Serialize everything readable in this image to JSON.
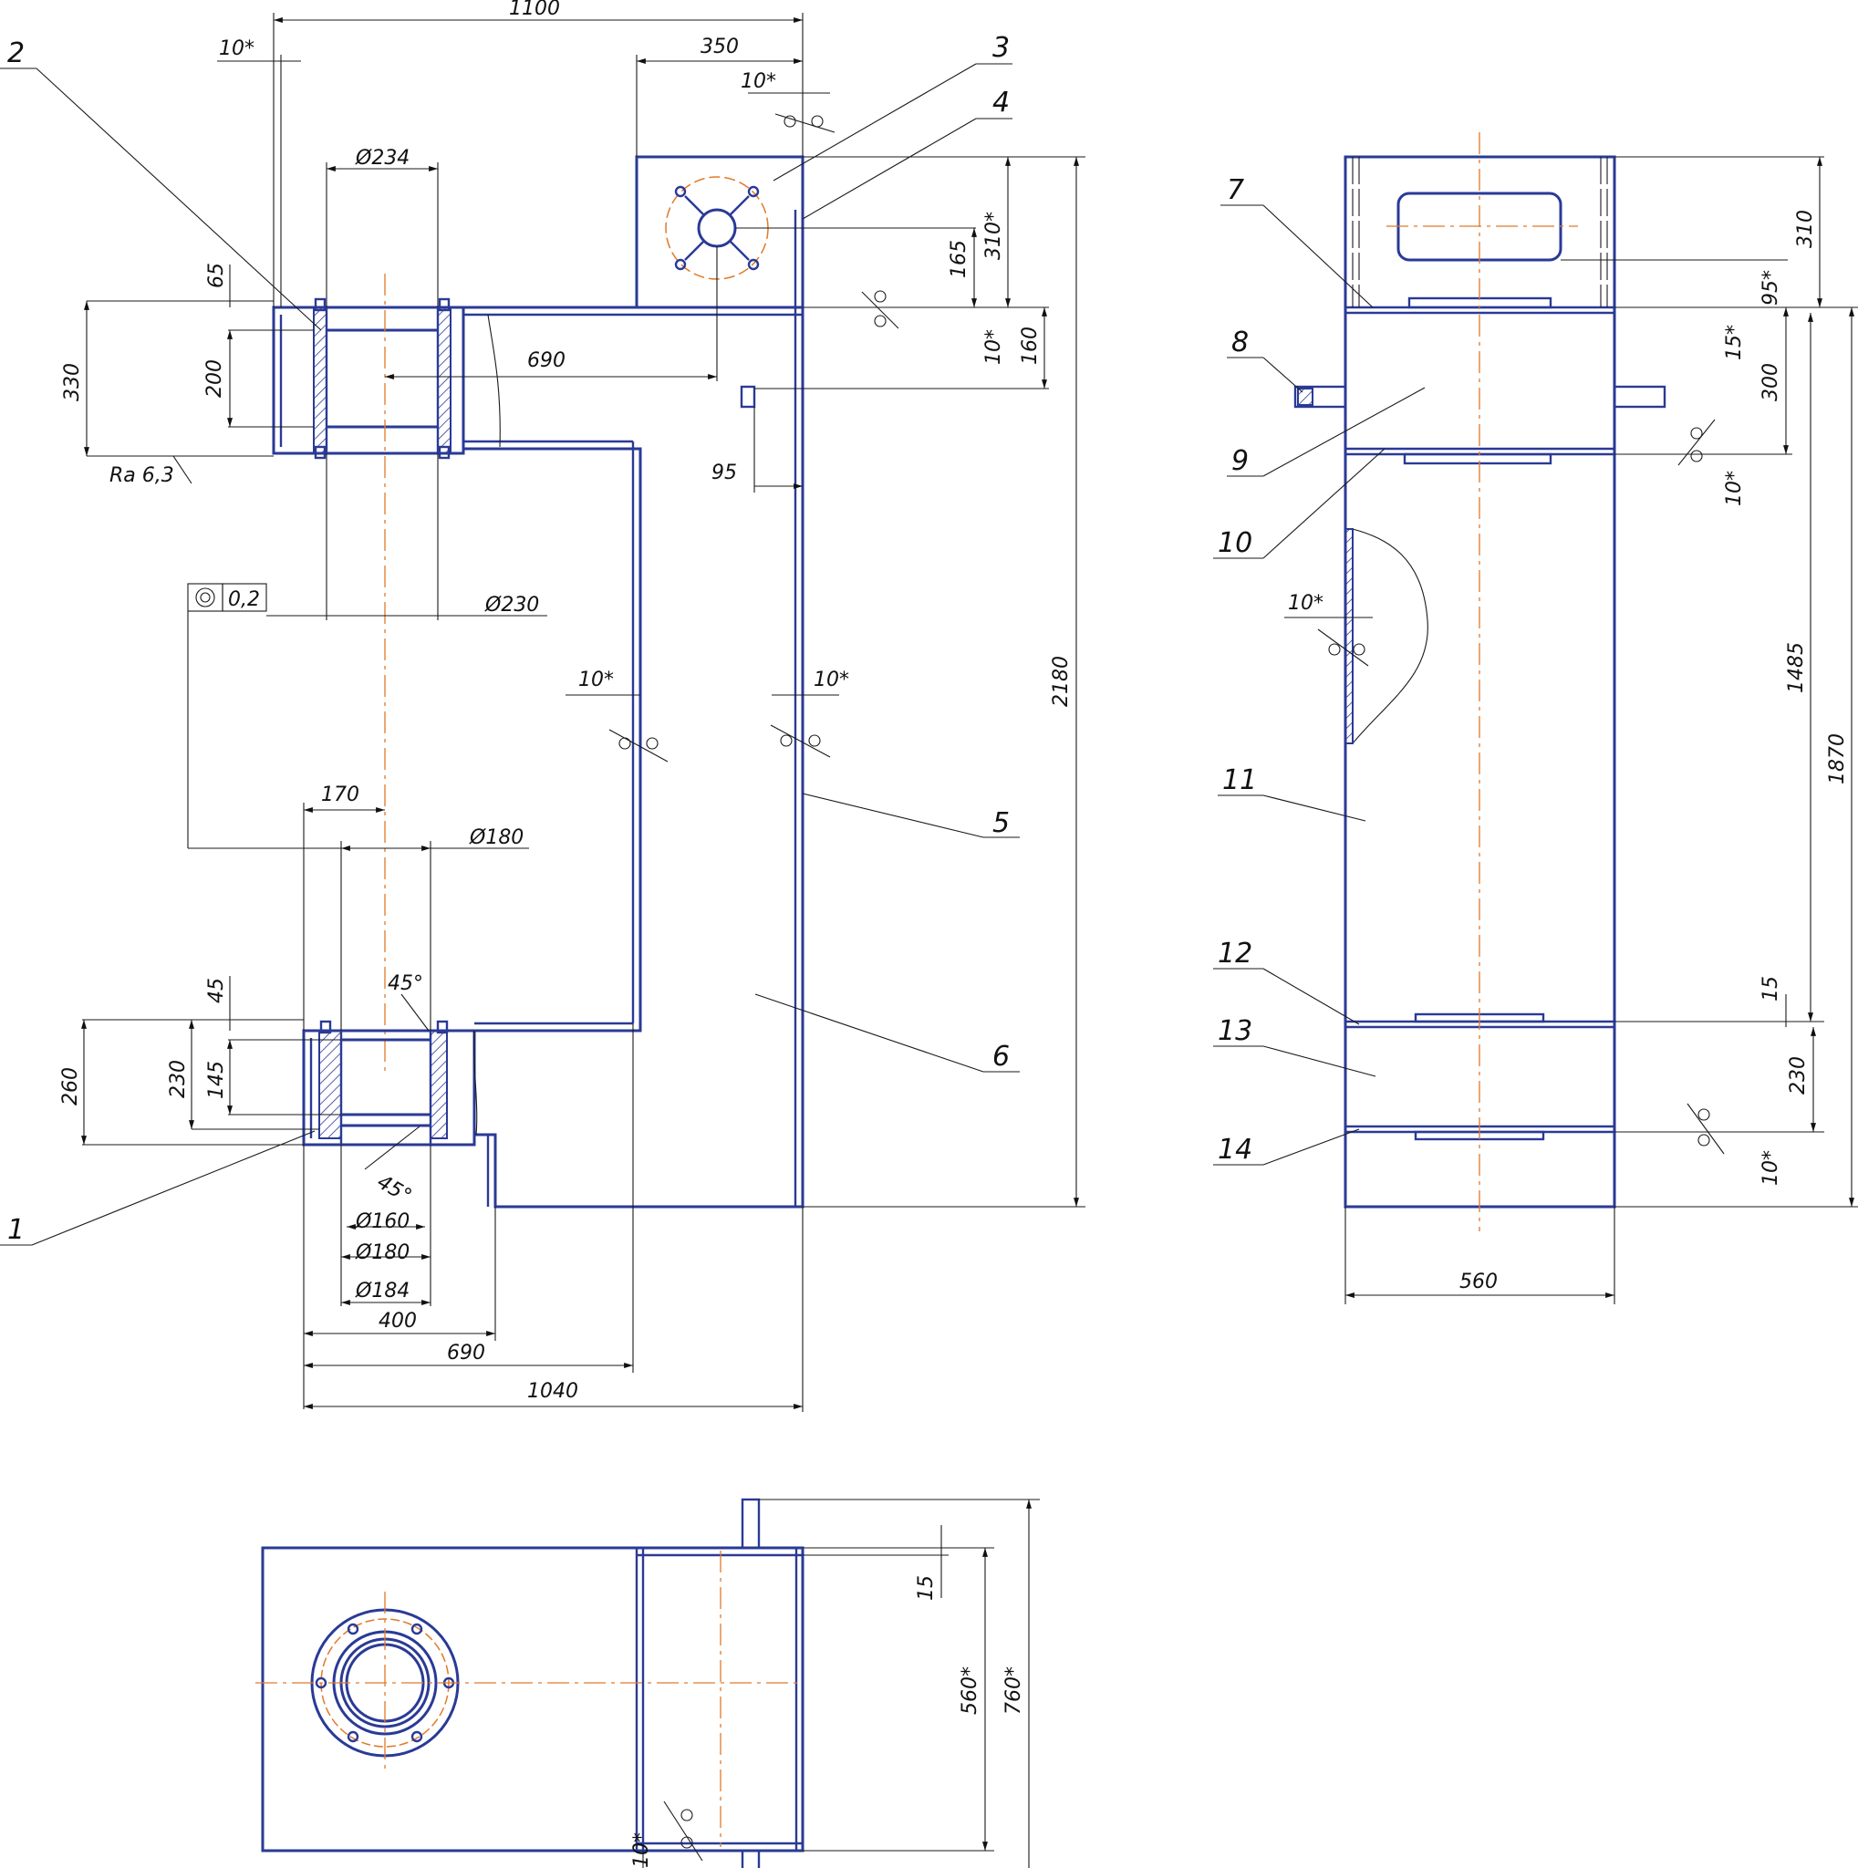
{
  "colors": {
    "outline": "#2a3a96",
    "centerline": "#e07a2a",
    "dimension": "#111111"
  },
  "dimensions": {
    "d1100": "1100",
    "d10a": "10*",
    "d350": "350",
    "d10b": "10*",
    "d234": "Ø234",
    "d65": "65",
    "d330": "330",
    "d200": "200",
    "d690a": "690",
    "d165": "165",
    "d310s": "310*",
    "d10c": "10*",
    "d160": "160",
    "ra": "Ra 6,3",
    "d95": "95",
    "tol": "0,2",
    "d230a": "Ø230",
    "d2180": "2180",
    "d10d": "10*",
    "d10e": "10*",
    "d170": "170",
    "d180a": "Ø180",
    "d45": "45",
    "ang1": "45°",
    "d260": "260",
    "d230b": "230",
    "d145": "145",
    "ang2": "45°",
    "d160b": "Ø160",
    "d180b": "Ø180",
    "d184": "Ø184",
    "d400": "400",
    "d690b": "690",
    "d1040": "1040",
    "r310": "310",
    "r95": "95*",
    "r15a": "15*",
    "r300": "300",
    "r10a": "10*",
    "r10w": "10*",
    "r1485": "1485",
    "r1870": "1870",
    "r15b": "15",
    "r230": "230",
    "r10b": "10*",
    "r560": "560",
    "b15": "15",
    "b560": "560*",
    "b760": "760*",
    "b10": "10*"
  },
  "callouts": [
    "1",
    "2",
    "3",
    "4",
    "5",
    "6",
    "7",
    "8",
    "9",
    "10",
    "11",
    "12",
    "13",
    "14"
  ]
}
